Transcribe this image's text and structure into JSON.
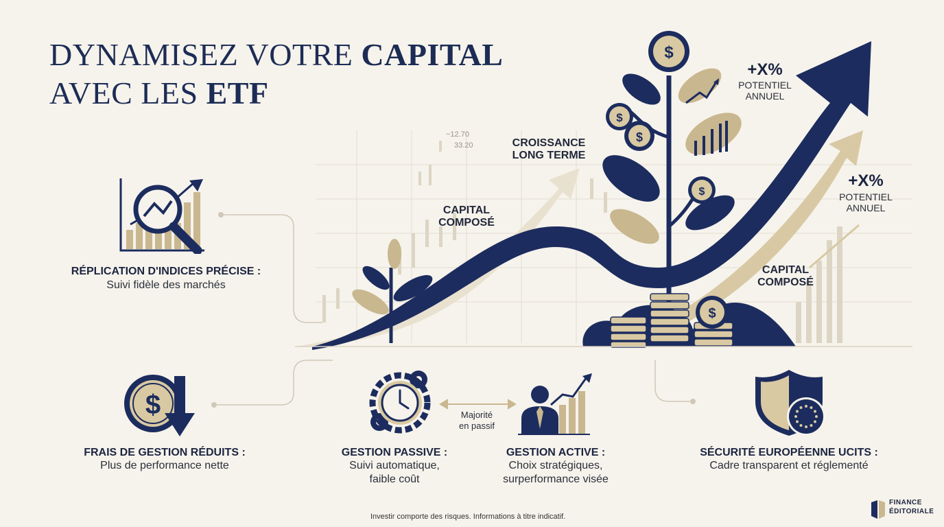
{
  "title": {
    "line1_light": "DYNAMISEZ VOTRE ",
    "line1_bold": "CAPITAL",
    "line2_light": "AVEC LES ",
    "line2_bold": "ETF"
  },
  "chart_labels": {
    "growth": "CROISSANCE\nLONG TERME",
    "capital_left": "CAPITAL\nCOMPOSÉ",
    "capital_right": "CAPITAL\nCOMPOSÉ",
    "pct_top": "+X%",
    "pct_top_sub": "POTENTIEL\nANNUEL",
    "pct_right": "+X%",
    "pct_right_sub": "POTENTIEL\nANNUEL",
    "ticker_a": "~12.70",
    "ticker_b": "33.20"
  },
  "features": {
    "replication": {
      "title": "RÉPLICATION D'INDICES PRÉCISE :",
      "desc": "Suivi fidèle des marchés"
    },
    "fees": {
      "title": "FRAIS DE GESTION RÉDUITS :",
      "desc": "Plus de performance nette"
    },
    "passive": {
      "title": "GESTION PASSIVE :",
      "desc": "Suivi automatique,\nfaible coût"
    },
    "majority": "Majorité\nen passif",
    "active": {
      "title": "GESTION ACTIVE :",
      "desc": "Choix stratégiques,\nsurperformance visée"
    },
    "security": {
      "title": "SÉCURITÉ EUROPÉENNE UCITS :",
      "desc": "Cadre transparent et réglementé"
    }
  },
  "disclaimer": "Investir comporte des risques. Informations à titre indicatif.",
  "brand": {
    "line1": "FINANCE",
    "line2": "ÉDITORIALE"
  },
  "colors": {
    "navy": "#1c2c5e",
    "gold": "#c9b78f",
    "cream": "#e9e1cf",
    "background": "#f6f3ec"
  }
}
